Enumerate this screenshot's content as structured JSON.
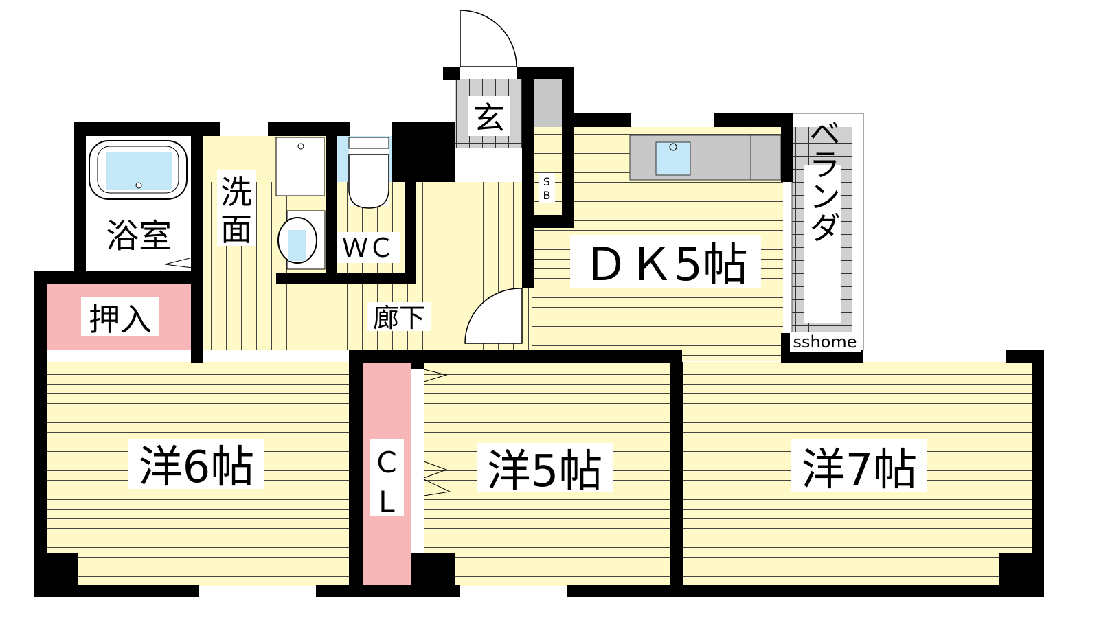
{
  "plan": {
    "rooms": {
      "bath": "浴室",
      "washroom_line1": "洗",
      "washroom_line2": "面",
      "wc": "ＷＣ",
      "entrance": "玄",
      "shoebox_line1": "S",
      "shoebox_line2": "B",
      "dk": "ＤＫ5帖",
      "veranda": "ベランダ",
      "closet_oshiire": "押入",
      "hallway": "廊下",
      "western6": "洋6帖",
      "closet_cl_line1": "C",
      "closet_cl_line2": "L",
      "western5": "洋5帖",
      "western7": "洋7帖"
    },
    "watermark": "sshome"
  },
  "colors": {
    "floor": "#fff9c8",
    "water": "#c4e8f8",
    "closet": "#f7b6b8",
    "tile": "#d0d0d0",
    "wall": "#000000"
  }
}
